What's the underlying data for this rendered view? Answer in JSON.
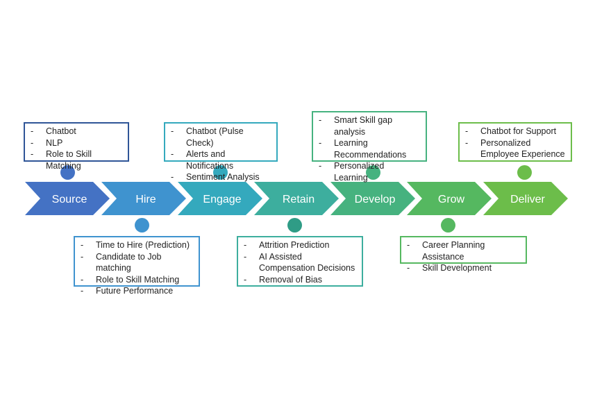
{
  "stages": [
    {
      "label": "Source",
      "color": "#4472c4"
    },
    {
      "label": "Hire",
      "color": "#3f93cf"
    },
    {
      "label": "Engage",
      "color": "#34a9bd"
    },
    {
      "label": "Retain",
      "color": "#3dae9e"
    },
    {
      "label": "Develop",
      "color": "#46b27f"
    },
    {
      "label": "Grow",
      "color": "#55b860"
    },
    {
      "label": "Deliver",
      "color": "#6cbd4a"
    }
  ],
  "callouts": {
    "source": {
      "items": [
        "Chatbot",
        "NLP",
        "Role to Skill Matching"
      ],
      "border": "#2f5597",
      "dot": "#4472c4"
    },
    "hire": {
      "items": [
        "Time to Hire (Prediction)",
        "Candidate to Job matching",
        "Role to Skill Matching",
        "Future Performance"
      ],
      "border": "#3f93cf",
      "dot": "#3f93cf"
    },
    "engage": {
      "items": [
        "Chatbot (Pulse Check)",
        "Alerts and Notifications",
        "Sentiment Analysis"
      ],
      "border": "#34a9bd",
      "dot": "#34a9bd"
    },
    "retain": {
      "items": [
        "Attrition Prediction",
        "AI Assisted Compensation Decisions",
        "Removal of Bias"
      ],
      "border": "#3dae9e",
      "dot": "#2f9c86"
    },
    "develop": {
      "items": [
        "Smart Skill gap analysis",
        "Learning Recommendations",
        "Personalized Learning"
      ],
      "border": "#46b27f",
      "dot": "#46b27f"
    },
    "grow": {
      "items": [
        "Career Planning Assistance",
        "Skill Development"
      ],
      "border": "#55b860",
      "dot": "#55b860"
    },
    "deliver": {
      "items": [
        "Chatbot for Support",
        "Personalized Employee Experience"
      ],
      "border": "#6cbd4a",
      "dot": "#6cbd4a"
    }
  },
  "bullet_marker": "-"
}
